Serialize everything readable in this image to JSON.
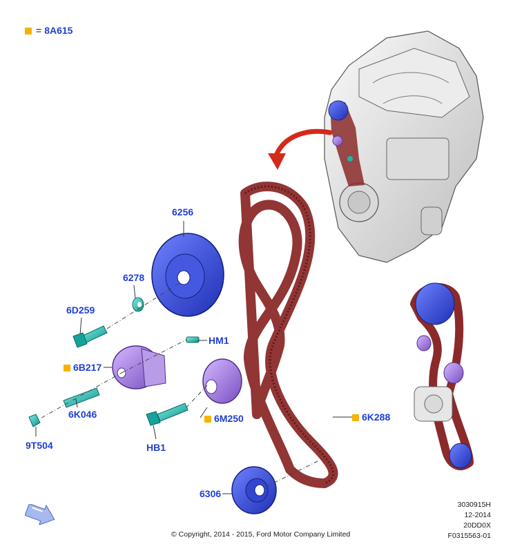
{
  "legend": {
    "symbol": "square",
    "equals": "=",
    "code": "8A615",
    "marker_color": "#f4b400"
  },
  "parts": [
    {
      "id": "6256",
      "marked": false
    },
    {
      "id": "6278",
      "marked": false
    },
    {
      "id": "6D259",
      "marked": false
    },
    {
      "id": "HM1",
      "marked": false
    },
    {
      "id": "6B217",
      "marked": true
    },
    {
      "id": "6K046",
      "marked": false
    },
    {
      "id": "9T504",
      "marked": false
    },
    {
      "id": "HB1",
      "marked": false
    },
    {
      "id": "6M250",
      "marked": true
    },
    {
      "id": "6K288",
      "marked": true
    },
    {
      "id": "6306",
      "marked": false
    }
  ],
  "refs": [
    "3030915H",
    "12-2014",
    "20DD0X",
    "F0315563-01"
  ],
  "copyright": "© Copyright, 2014 - 2015, Ford Motor Company Limited",
  "colors": {
    "label": "#1f3fd6",
    "belt": "#8b2a2a",
    "sprocket": "#3a4fd8",
    "tensioner": "#9b6fd6",
    "bolt": "#18b7b0",
    "marker": "#f4b400",
    "engine": "#e8e8e8"
  },
  "icons": {
    "navigation": "double-arrow-icon",
    "callout": "curved-arrow-icon"
  }
}
